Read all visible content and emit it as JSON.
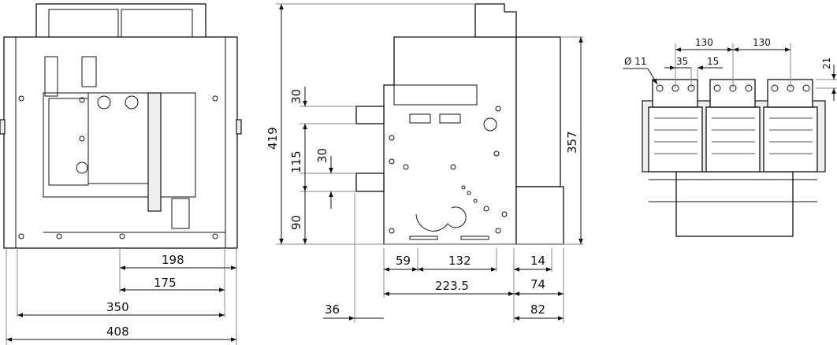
{
  "front_view": {
    "dims": {
      "d198": "198",
      "d175": "175",
      "d350": "350",
      "d408": "408"
    }
  },
  "side_view": {
    "dims": {
      "d419": "419",
      "d30a": "30",
      "d115": "115",
      "d30b": "30",
      "d90": "90",
      "d59": "59",
      "d132": "132",
      "d223": "223.5",
      "d36": "36",
      "d14": "14",
      "d74": "74",
      "d82": "82",
      "d357": "357"
    }
  },
  "top_view": {
    "dims": {
      "d130a": "130",
      "d130b": "130",
      "dia": "Ø 11",
      "d35": "35",
      "d15": "15",
      "d21": "21"
    }
  }
}
